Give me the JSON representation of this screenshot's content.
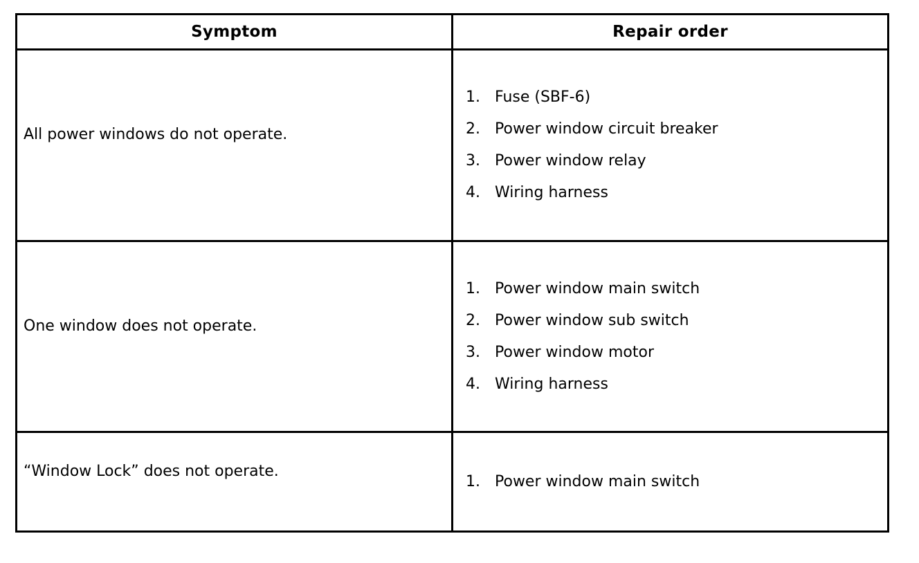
{
  "table": {
    "headers": [
      "Symptom",
      "Repair order"
    ],
    "rows": [
      {
        "symptom": "All power windows do not operate.",
        "repairs": [
          "Fuse (SBF-6)",
          "Power window circuit breaker",
          "Power window relay",
          "Wiring harness"
        ]
      },
      {
        "symptom": "One window does not operate.",
        "repairs": [
          "Power window main switch",
          "Power window sub switch",
          "Power window motor",
          "Wiring harness"
        ]
      },
      {
        "symptom": "“Window Lock” does not operate.",
        "repairs": [
          "Power window main switch"
        ]
      }
    ]
  }
}
